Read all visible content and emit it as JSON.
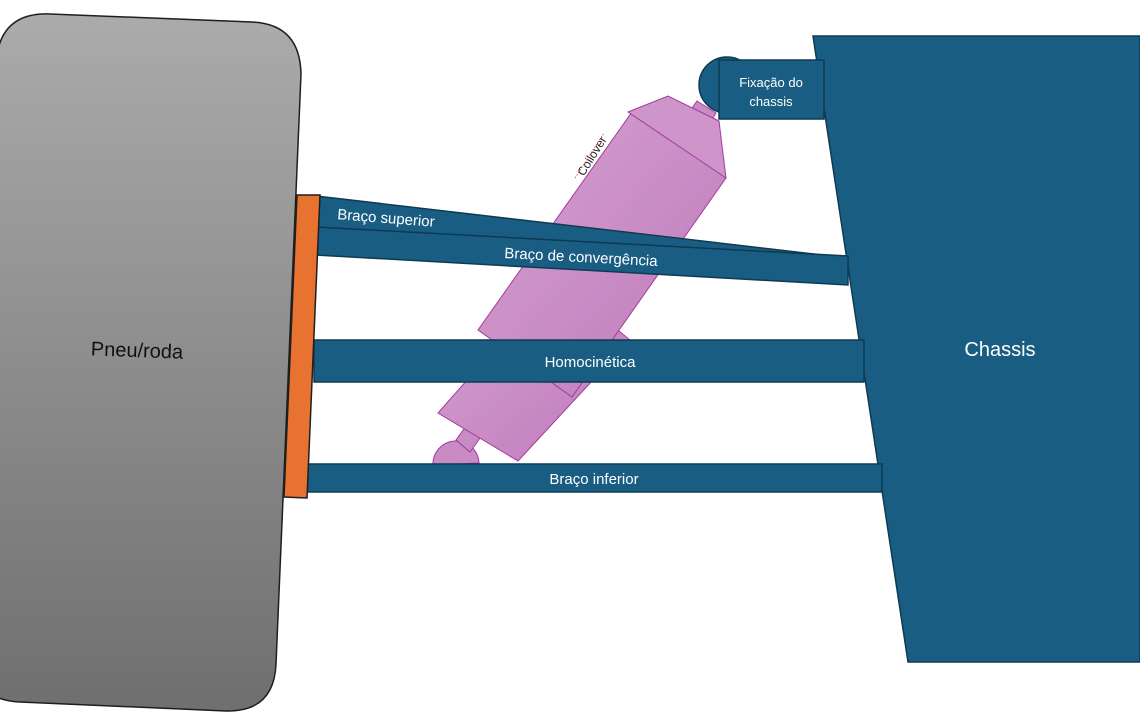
{
  "diagram": {
    "wheel": {
      "label": "Pneu/roda"
    },
    "chassis": {
      "label": "Chassis"
    },
    "chassis_mount": {
      "label_line1": "Fixação do",
      "label_line2": "chassis"
    },
    "coilover": {
      "label": "Coilover"
    },
    "arms": {
      "upper": "Braço superior",
      "toe": "Braço de convergência",
      "cv_joint": "Homocinética",
      "lower": "Braço inferior"
    }
  },
  "colors": {
    "arm_fill": "#195e82",
    "arm_stroke": "#0e3a52",
    "chassis_fill": "#195e82",
    "upright": "#e87330",
    "coilover": "#c98bc4",
    "coilover_stroke": "#a43a9f",
    "wheel_top": "#aaaaaa",
    "wheel_bottom": "#707070"
  }
}
